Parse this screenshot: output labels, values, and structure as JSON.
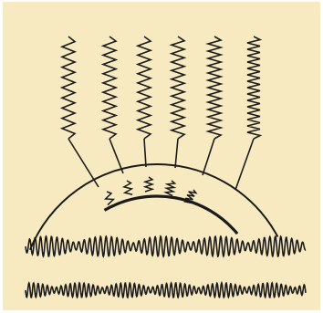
{
  "colors": {
    "background": "#f8eac0",
    "border": "#ffffff",
    "ink": "#1b1b1b"
  },
  "diagram": {
    "waves": {
      "count": 6,
      "cycles": [
        10,
        11,
        11,
        12,
        14,
        16
      ]
    },
    "curved_band": {
      "small_zigzag_count": 5
    },
    "signal_traces": {
      "count": 2
    }
  }
}
